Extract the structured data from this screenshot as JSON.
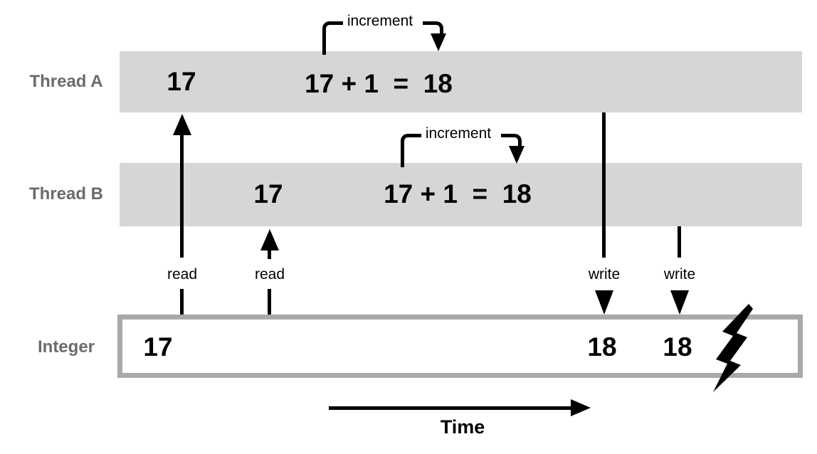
{
  "diagram": {
    "rows": {
      "thread_a_label": "Thread A",
      "thread_b_label": "Thread B",
      "integer_label": "Integer"
    },
    "thread_a": {
      "read_value": "17",
      "increment_label": "increment",
      "expression": "17 + 1  =  18"
    },
    "thread_b": {
      "read_value": "17",
      "increment_label": "increment",
      "expression": "17 + 1  =  18"
    },
    "integer": {
      "initial_value": "17",
      "written_value_a": "18",
      "written_value_b": "18"
    },
    "arrows": {
      "read_a_label": "read",
      "read_b_label": "read",
      "write_a_label": "write",
      "write_b_label": "write"
    },
    "time_axis": {
      "label": "Time"
    },
    "icons": {
      "conflict": "lightning-bolt-icon"
    },
    "colors": {
      "band_gray": "#d6d6d6",
      "box_border_gray": "#a9a9a9",
      "row_label_gray": "#6b6b6b",
      "ink": "#000000"
    }
  }
}
